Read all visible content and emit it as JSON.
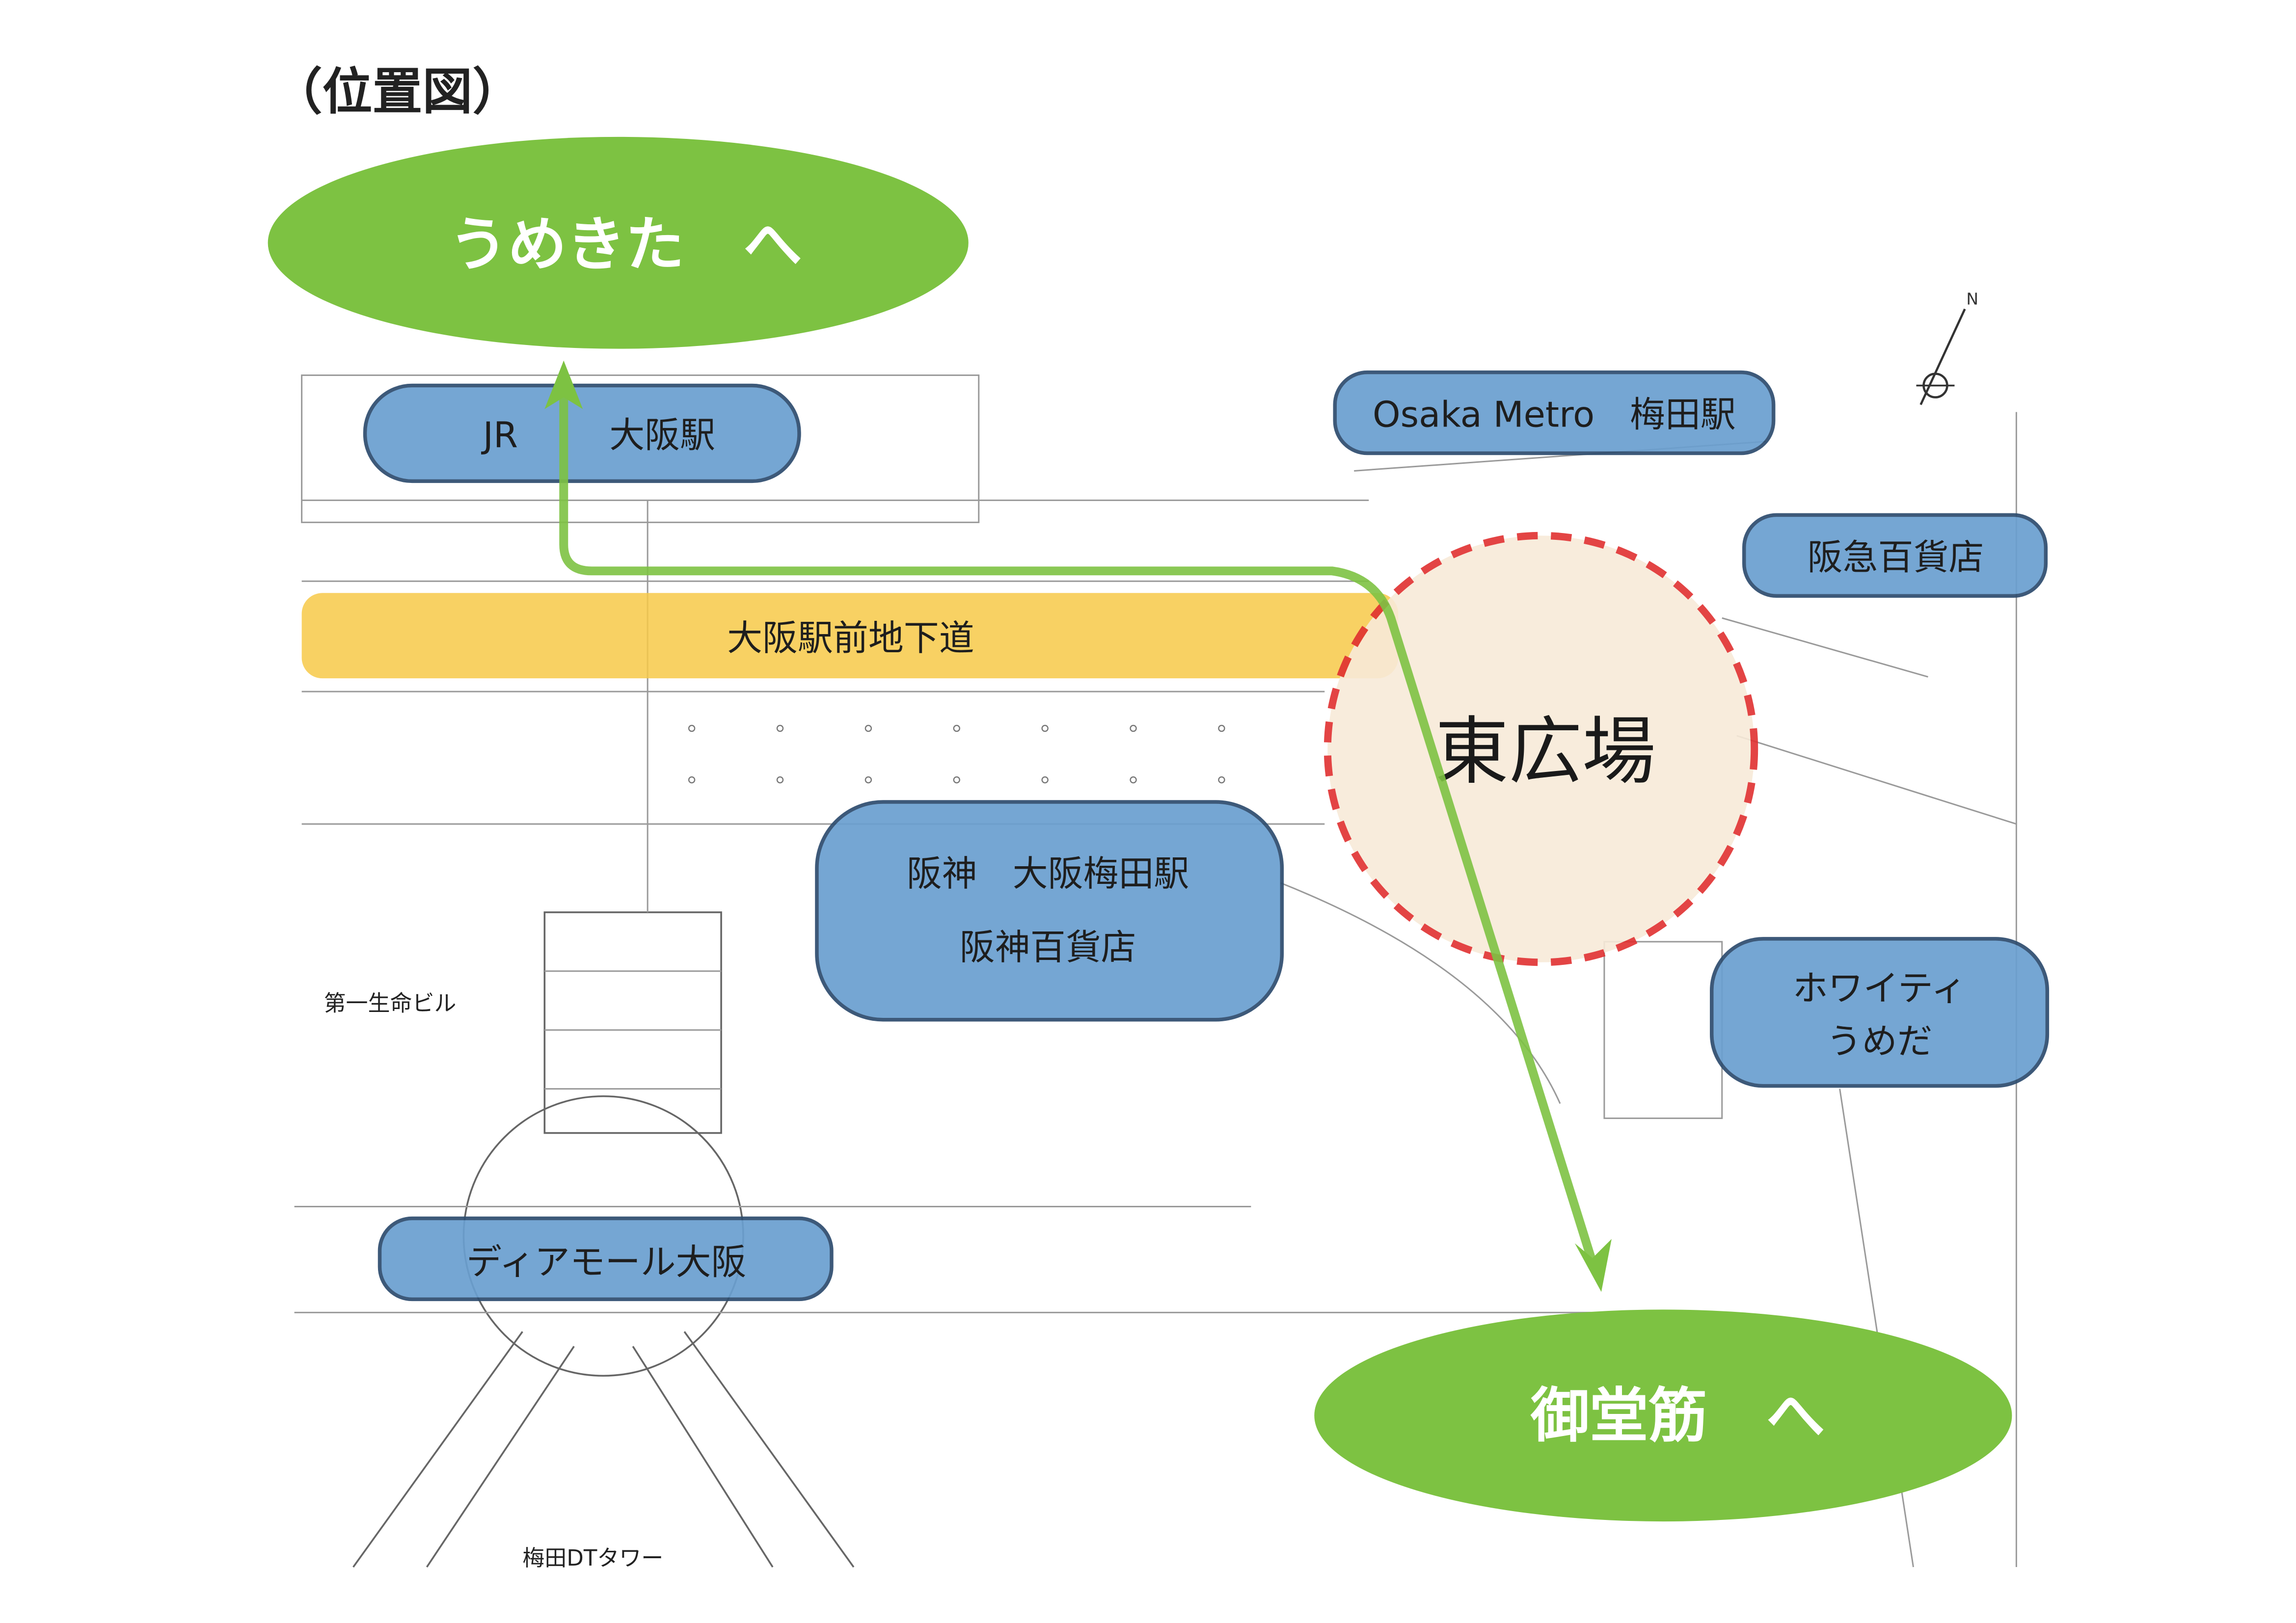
{
  "title": "（位置図）",
  "destinations": {
    "umekita": "うめきた　へ",
    "midosuji": "御堂筋　へ"
  },
  "landmarks": {
    "jr_station_a": "JR",
    "jr_station_b": "大阪駅",
    "osaka_metro": "Osaka Metro　梅田駅",
    "hankyu": "阪急百貨店",
    "underpass": "大阪駅前地下道",
    "east_plaza": "東広場",
    "hanshin_line1": "阪神　大阪梅田駅",
    "hanshin_line2": "阪神百貨店",
    "whity_line1": "ホワイティ",
    "whity_line2": "うめだ",
    "diamor": "ディアモール大阪"
  },
  "buildings": {
    "daiichi_seimei": "第一生命ビル",
    "umeda_dt": "梅田DTタワー"
  },
  "compass": {
    "north": "N"
  },
  "colors": {
    "route_green": "#7dc242",
    "label_blue": "#6a9fd0",
    "underpass_yellow": "#f7c948",
    "plaza_red": "#e03030",
    "plaza_fill": "#f8ead9"
  }
}
